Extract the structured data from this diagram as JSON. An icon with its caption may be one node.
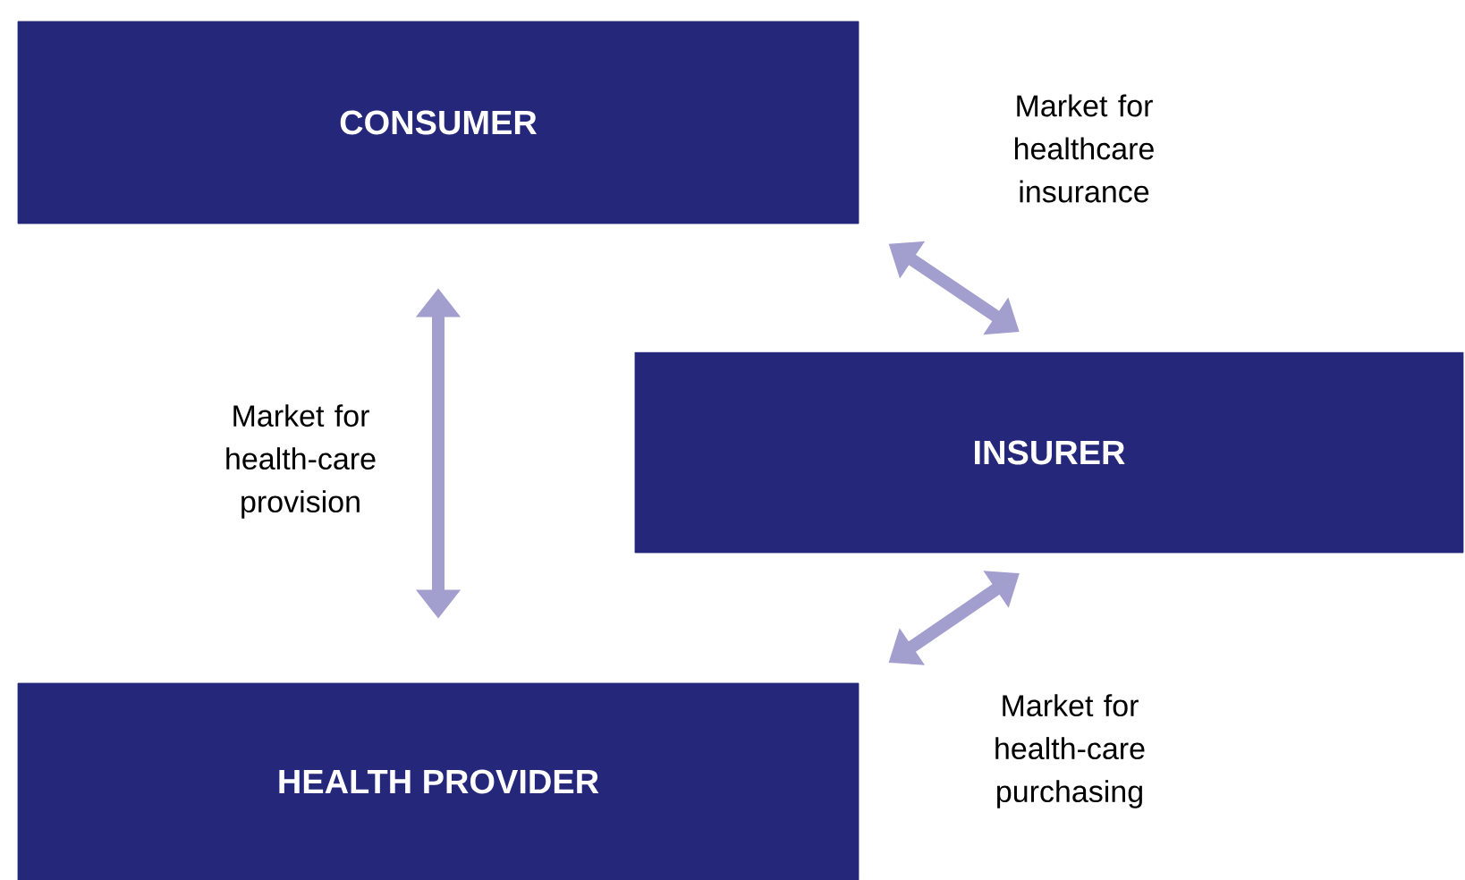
{
  "diagram": {
    "nodes": [
      {
        "text": [
          "CONSUMER"
        ]
      },
      {
        "text": [
          "INSURER"
        ]
      },
      {
        "text": [
          "HEALTH PROVIDER"
        ]
      }
    ],
    "edges": [
      {
        "from": 0,
        "to": 1,
        "arrow": "both",
        "label": "Market for healthcare insurance"
      },
      {
        "from": 0,
        "to": 2,
        "arrow": "both",
        "label": "Market for health-care provision"
      },
      {
        "from": 1,
        "to": 2,
        "arrow": "both",
        "label": "Market for health-care purchasing"
      }
    ]
  }
}
